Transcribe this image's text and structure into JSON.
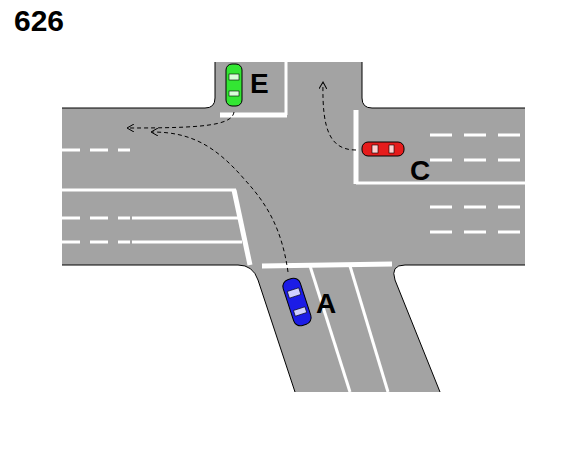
{
  "diagram": {
    "labels": [
      "626",
      "A",
      "C",
      "E"
    ]
  }
}
